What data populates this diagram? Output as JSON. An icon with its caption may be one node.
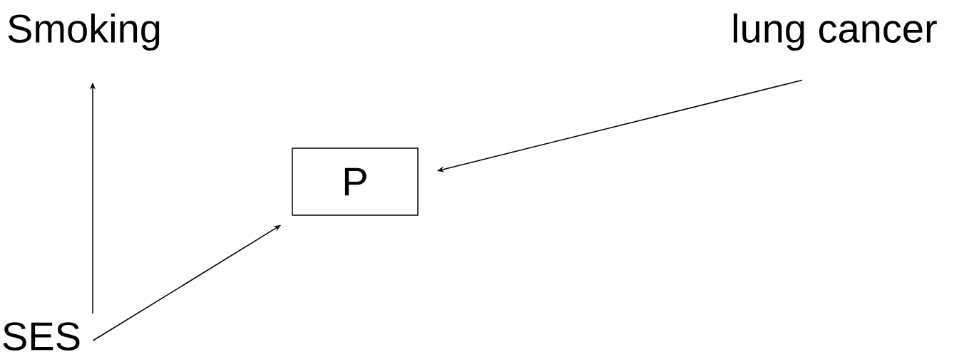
{
  "diagram": {
    "nodes": [
      {
        "text": [
          "Smoking"
        ]
      },
      {
        "text": [
          "lung cancer"
        ]
      },
      {
        "text": [
          "P"
        ]
      },
      {
        "text": [
          "SES"
        ]
      }
    ],
    "edges": [
      {
        "from": 3,
        "to": 0,
        "arrow": "to"
      },
      {
        "from": 3,
        "to": 2,
        "arrow": "to"
      },
      {
        "from": 1,
        "to": 2,
        "arrow": "to"
      }
    ]
  }
}
